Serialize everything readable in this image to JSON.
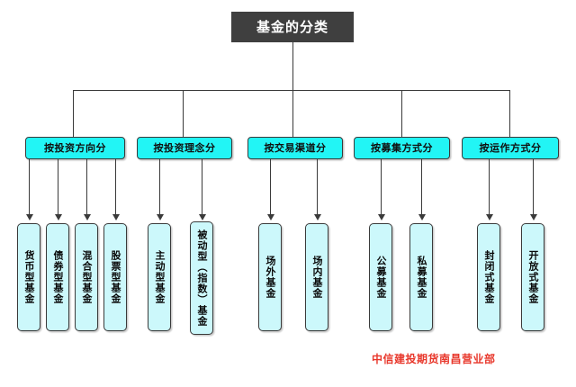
{
  "diagram": {
    "title": "基金的分类",
    "root": {
      "label": "基金的分类"
    },
    "categories": [
      {
        "label": "按投资方向分"
      },
      {
        "label": "按投资理念分"
      },
      {
        "label": "按交易渠道分"
      },
      {
        "label": "按募集方式分"
      },
      {
        "label": "按运作方式分"
      }
    ],
    "leaves": [
      {
        "label": "货币型基金",
        "group": 0
      },
      {
        "label": "债券型基金",
        "group": 0
      },
      {
        "label": "混合型基金",
        "group": 0
      },
      {
        "label": "股票型基金",
        "group": 0
      },
      {
        "label": "主动型基金",
        "group": 1
      },
      {
        "label": "被动型（指数）基金",
        "group": 1
      },
      {
        "label": "场外基金",
        "group": 2
      },
      {
        "label": "场内基金",
        "group": 2
      },
      {
        "label": "公募基金",
        "group": 3
      },
      {
        "label": "私募基金",
        "group": 3
      },
      {
        "label": "封闭式基金",
        "group": 4
      },
      {
        "label": "开放式基金",
        "group": 4
      }
    ],
    "watermark": "中信建投期货南昌营业部",
    "colors": {
      "root_fill": "#3f3f3f",
      "root_text": "#ffffff",
      "category_fill": "#22f5f5",
      "leaf_fill": "#ccf8fb",
      "line": "#3a3a3a",
      "watermark_text": "#e8372b",
      "background": "#ffffff"
    }
  }
}
